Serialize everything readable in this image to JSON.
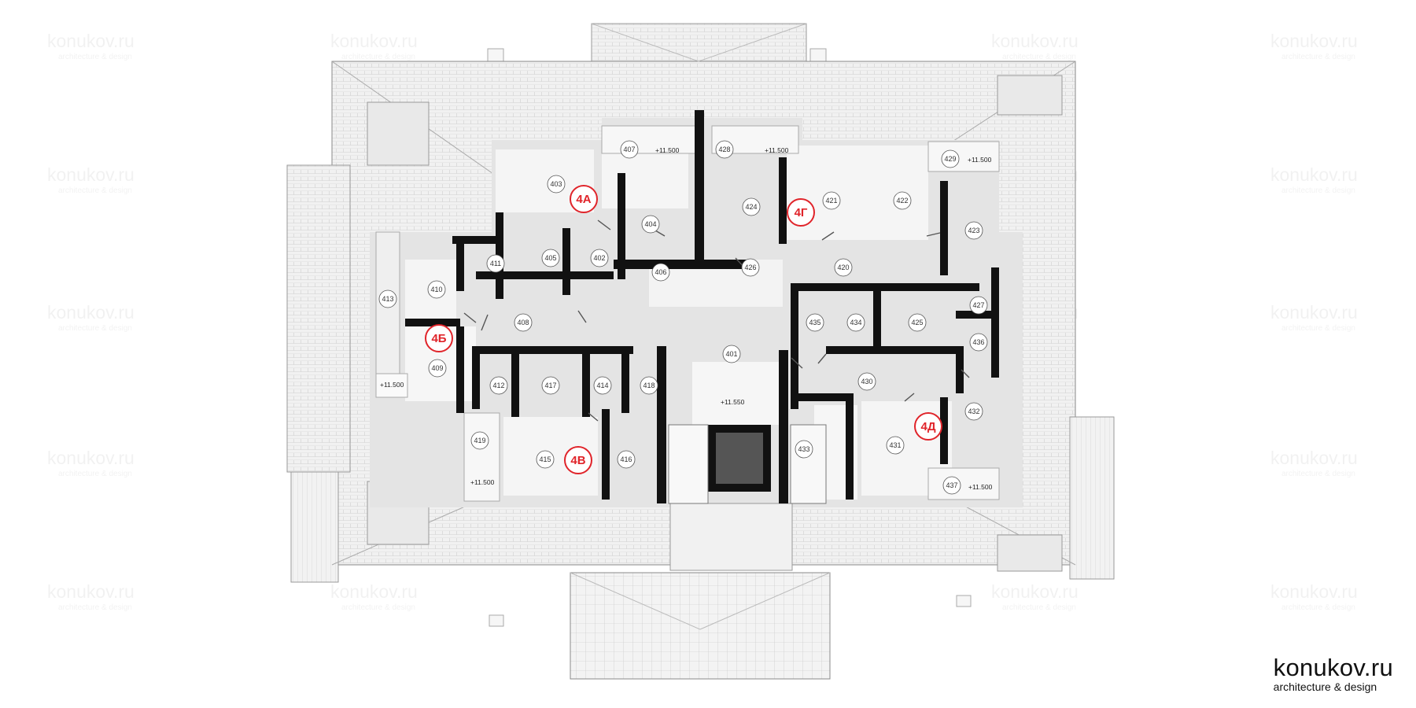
{
  "brand": {
    "name": "konukov.ru",
    "tagline": "architecture & design"
  },
  "watermark": {
    "name": "konukov.ru",
    "tagline": "architecture & design"
  },
  "apartments": [
    "4А",
    "4Б",
    "4В",
    "4Г",
    "4Д"
  ],
  "rooms": [
    "401",
    "402",
    "403",
    "404",
    "405",
    "406",
    "407",
    "408",
    "409",
    "410",
    "411",
    "412",
    "413",
    "414",
    "415",
    "416",
    "417",
    "418",
    "419",
    "420",
    "421",
    "422",
    "423",
    "424",
    "425",
    "426",
    "427",
    "428",
    "429",
    "430",
    "431",
    "432",
    "433",
    "434",
    "435",
    "436",
    "437"
  ],
  "levels": {
    "balcony": "+11.500",
    "hall": "+11.550"
  },
  "colors": {
    "accent": "#e0242a",
    "wall": "#111111",
    "floor": "#e4e4e4",
    "roof": "#eeeeee"
  }
}
